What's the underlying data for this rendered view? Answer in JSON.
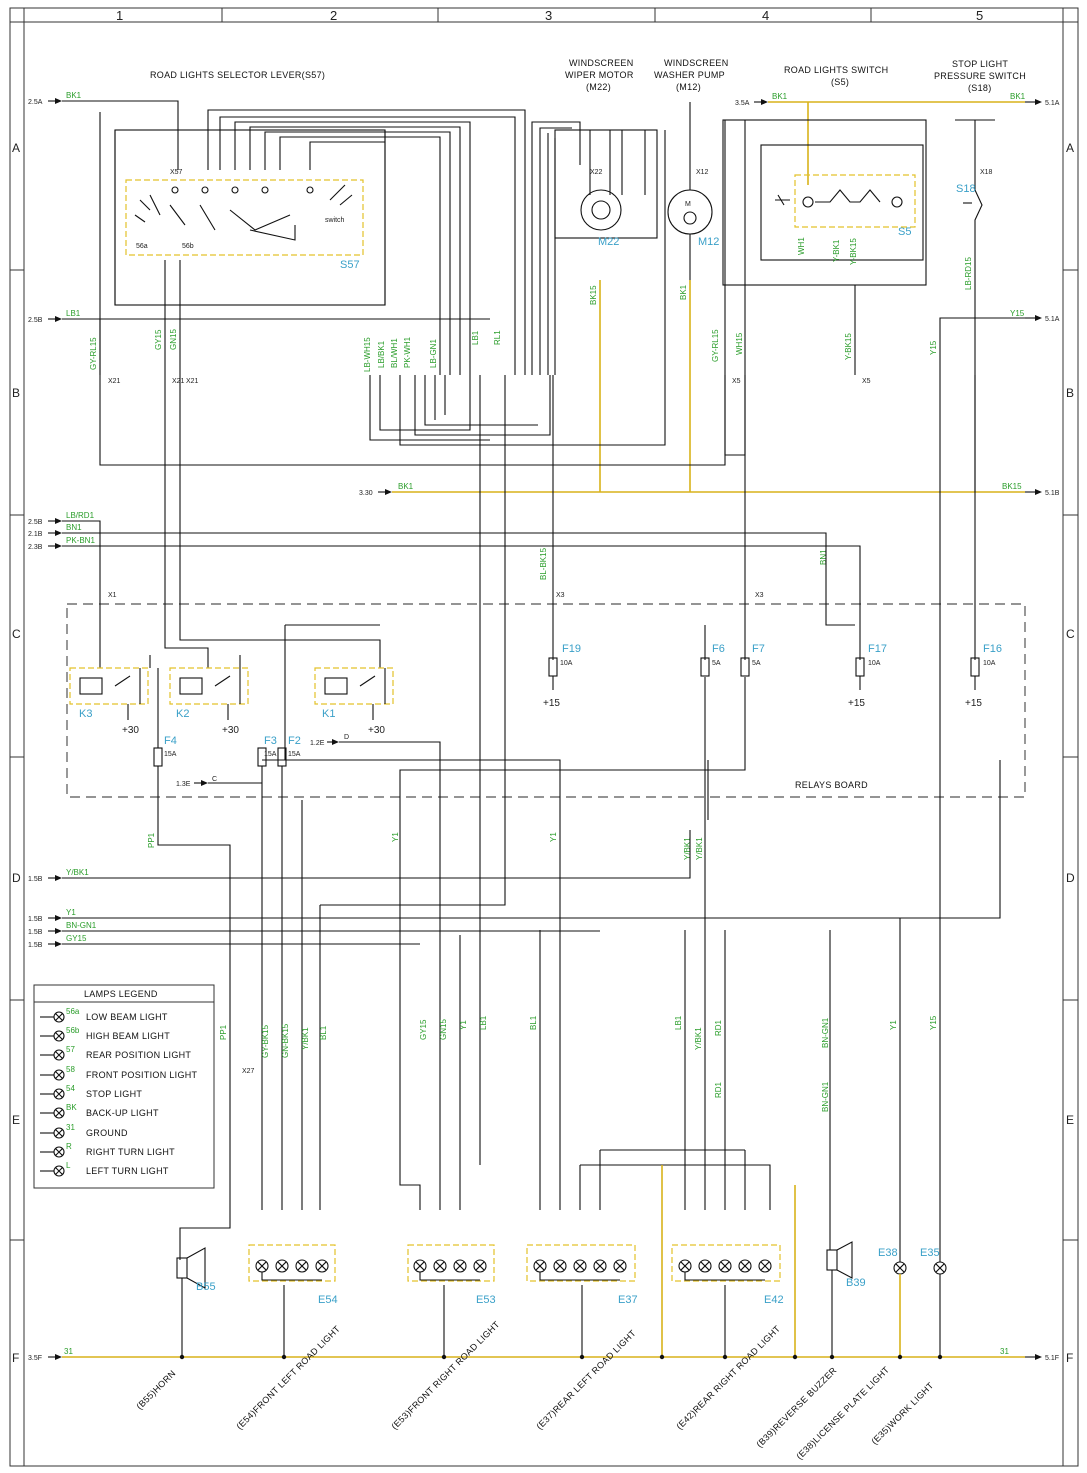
{
  "frame": {
    "columns": [
      "1",
      "2",
      "3",
      "4",
      "5"
    ],
    "rows": [
      "A",
      "B",
      "C",
      "D",
      "E",
      "F"
    ]
  },
  "titles": {
    "road_lights_selector": "ROAD LIGHTS SELECTOR LEVER(S57)",
    "wiper_motor": [
      "WINDSCREEN",
      "WIPER MOTOR",
      "(M22)"
    ],
    "washer_pump": [
      "WINDSCREEN",
      "WASHER PUMP",
      "(M12)"
    ],
    "road_lights_switch": [
      "ROAD LIGHTS SWITCH",
      "(S5)"
    ],
    "stop_light_switch": [
      "STOP LIGHT",
      "PRESSURE SWITCH",
      "(S18)"
    ],
    "relays_board": "RELAYS BOARD"
  },
  "component_tags": {
    "s57": "S57",
    "m22": "M22",
    "m12": "M12",
    "s5": "S5",
    "s18": "S18",
    "k3": "K3",
    "k2": "K2",
    "k1": "K1",
    "f19": "F19",
    "f6": "F6",
    "f7": "F7",
    "f17": "F17",
    "f16": "F16",
    "f4": "F4",
    "f3": "F3",
    "f2": "F2",
    "b55": "B55",
    "e54": "E54",
    "e53": "E53",
    "e37": "E37",
    "e42": "E42",
    "b39": "B39",
    "e38": "E38",
    "e35": "E35"
  },
  "fuse_ratings": {
    "f19": "10A",
    "f6": "5A",
    "f7": "5A",
    "f17": "10A",
    "f16": "10A",
    "f4": "15A",
    "f3": "15A",
    "f2": "15A"
  },
  "supply_labels": {
    "plus15": "+15",
    "plus30": "+30"
  },
  "refs_left": {
    "r25a": "2.5A",
    "r25b": "2.5B",
    "r25b2": "2.5B",
    "r21b": "2.1B",
    "r23b": "2.3B",
    "r15b_a": "1.5B",
    "r15b_b": "1.5B",
    "r15b_c": "1.5B",
    "r15b_d": "1.5B",
    "r35f": "3.5F",
    "r330": "3.30",
    "r35a": "3.5A",
    "r13e": "1.3E",
    "r12e": "1.2E"
  },
  "refs_right": {
    "r51a": "5.1A",
    "r51a2": "5.1A",
    "r51b": "5.1B",
    "r51f": "5.1F"
  },
  "inline_letters": {
    "c": "C",
    "d": "D"
  },
  "wire_labels_top": {
    "bk1_left": "BK1",
    "lb1_left": "LB1",
    "lbrd1": "LB/RD1",
    "bn1": "BN1",
    "pkbn1": "PK-BN1",
    "bk1_right": "BK1",
    "bk1_switch": "BK1",
    "y15_right": "Y15",
    "bk15_right": "BK15",
    "bk1_330": "BK1"
  },
  "wire_labels_mid": {
    "gyrl15": "GY-RL15",
    "gy15": "GY15",
    "gn15": "GN15",
    "lbwh15": "LB-WH15",
    "lbbk1": "LB/BK1",
    "blwh1": "BL/WH1",
    "pkwh1": "PK-WH1",
    "lbgn1": "LB-GN1",
    "lb1": "LB1",
    "rl1": "RL1",
    "bk15": "BK15",
    "bk1": "BK1",
    "gyrl15_b": "GY-RL15",
    "wh15": "WH15",
    "ybk15": "Y-BK15",
    "y15": "Y15",
    "wh1": "WH1",
    "ybk1": "Y-BK1",
    "ybk15_2": "Y-BK15",
    "lbrd15": "LB-RD15",
    "blbk15": "BL-BK15",
    "bn1": "BN1",
    "pp1": "PP1",
    "y1": "Y1",
    "y1_b": "Y1",
    "ybk1_d": "Y/BK1",
    "ybk1_d2": "Y/BK1"
  },
  "wire_labels_d": {
    "ybk1": "Y/BK1",
    "y1": "Y1",
    "bngn1": "BN-GN1",
    "gy15": "GY15"
  },
  "wire_labels_e": {
    "pp1": "PP1",
    "gybk15": "GY-BK15",
    "gnbk15": "GN-BK15",
    "ybk1": "Y/BK1",
    "bl1": "BL1",
    "gy15": "GY15",
    "gn15": "GN15",
    "y1": "Y1",
    "lb1": "LB1",
    "bl1_b": "BL1",
    "lb1_b": "LB1",
    "ybk1_b": "Y/BK1",
    "rd1": "RD1",
    "rd1_b": "RD1",
    "bngn1": "BN-GN1",
    "bngn1_b": "BN-GN1",
    "y1_b": "Y1",
    "y15": "Y15"
  },
  "connectors": {
    "x1": "X1",
    "x3": "X3",
    "x5": "X5",
    "x21": "X21",
    "x27": "X27",
    "x57": "X57",
    "x22": "X22",
    "x12": "X12",
    "x18": "X18"
  },
  "legend": {
    "title": "LAMPS LEGEND",
    "items": [
      {
        "code": "56a",
        "label": "LOW BEAM LIGHT"
      },
      {
        "code": "56b",
        "label": "HIGH BEAM LIGHT"
      },
      {
        "code": "57",
        "label": "REAR POSITION LIGHT"
      },
      {
        "code": "58",
        "label": "FRONT POSITION LIGHT"
      },
      {
        "code": "54",
        "label": "STOP LIGHT"
      },
      {
        "code": "BK",
        "label": "BACK-UP LIGHT"
      },
      {
        "code": "31",
        "label": "GROUND"
      },
      {
        "code": "R",
        "label": "RIGHT TURN LIGHT"
      },
      {
        "code": "L",
        "label": "LEFT TURN LIGHT"
      }
    ]
  },
  "bottom_labels": [
    "(B55)HORN",
    "(E54)FRONT LEFT ROAD LIGHT",
    "(E53)FRONT RIGHT ROAD LIGHT",
    "(E37)REAR LEFT ROAD LIGHT",
    "(E42)REAR RIGHT ROAD LIGHT",
    "(B39)REVERSE BUZZER",
    "(E38)LICENSE PLATE LIGHT",
    "(E35)WORK LIGHT"
  ],
  "ground": {
    "left": "31",
    "right": "31"
  }
}
